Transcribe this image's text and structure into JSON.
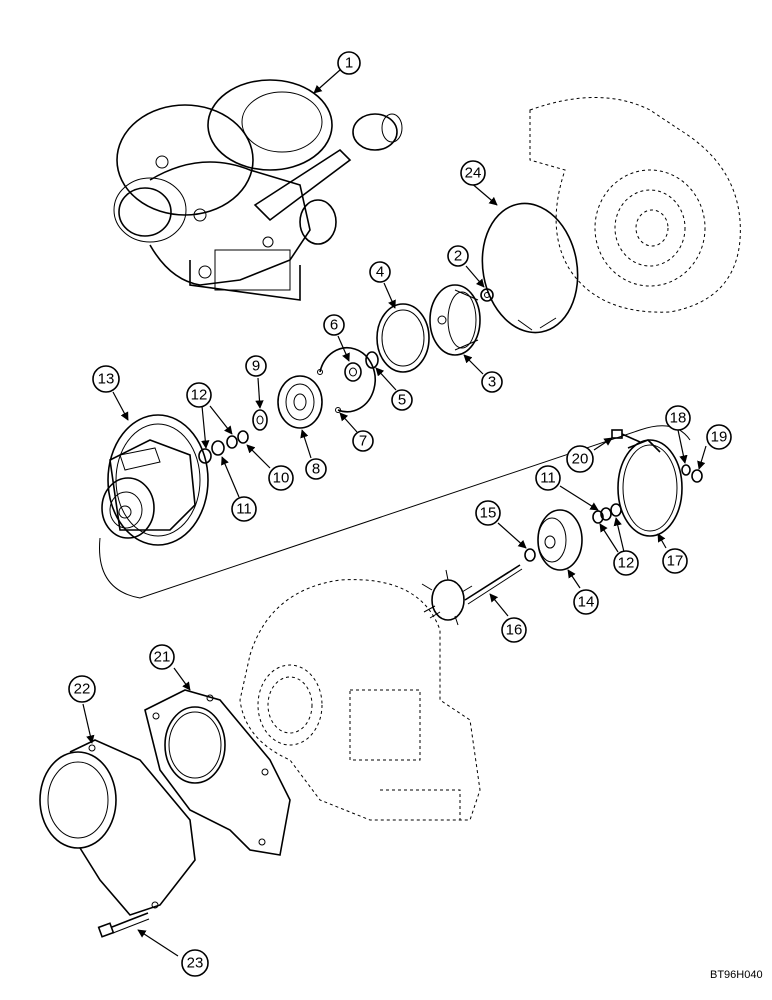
{
  "figure_code": "BT96H040",
  "callouts": {
    "c1": "1",
    "c2": "2",
    "c3": "3",
    "c4": "4",
    "c5": "5",
    "c6": "6",
    "c7": "7",
    "c8": "8",
    "c9": "9",
    "c10": "10",
    "c11a": "11",
    "c11b": "11",
    "c12a": "12",
    "c12b": "12",
    "c13": "13",
    "c14": "14",
    "c15": "15",
    "c16": "16",
    "c17": "17",
    "c18": "18",
    "c19": "19",
    "c20": "20",
    "c21": "21",
    "c22": "22",
    "c23": "23",
    "c24": "24"
  }
}
